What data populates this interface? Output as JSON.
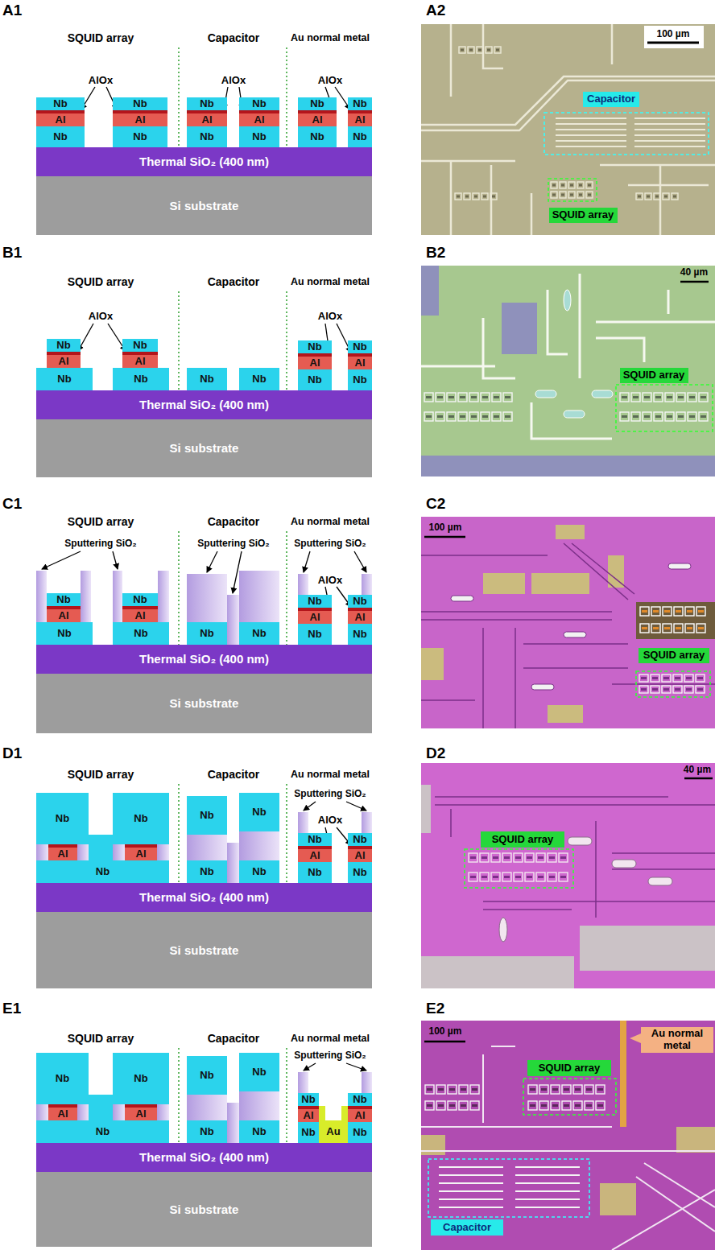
{
  "diagram": {
    "nodes": [
      {
        "text": [
          "Nb"
        ]
      },
      {
        "text": [
          "Al"
        ]
      },
      {
        "text": [
          "Nb"
        ]
      },
      {
        "text": [
          "Nb"
        ]
      },
      {
        "text": [
          "Al"
        ]
      },
      {
        "text": [
          "Nb"
        ]
      },
      {
        "text": [
          "Nb"
        ]
      },
      {
        "text": [
          "Al"
        ]
      },
      {
        "text": [
          "Nb"
        ]
      },
      {
        "text": [
          "Nb"
        ]
      },
      {
        "text": [
          "Al"
        ]
      },
      {
        "text": [
          "Nb"
        ]
      },
      {
        "text": [
          "Nb"
        ]
      },
      {
        "text": [
          "Al"
        ]
      },
      {
        "text": [
          "Nb"
        ]
      },
      {
        "text": [
          "Nb"
        ]
      },
      {
        "text": [
          "Al"
        ]
      },
      {
        "text": [
          "Nb"
        ]
      },
      {
        "text": [
          "Thermal SiO₂ (400 nm)"
        ]
      },
      {
        "text": [
          "Si substrate"
        ]
      },
      {
        "text": [
          "Capacitor"
        ]
      },
      {
        "text": [
          "SQUID array"
        ]
      },
      {
        "text": [
          "Nb"
        ]
      },
      {
        "text": [
          "Al"
        ]
      },
      {
        "text": [
          "Nb"
        ]
      },
      {
        "text": [
          "Nb"
        ]
      },
      {
        "text": [
          "Al"
        ]
      },
      {
        "text": [
          "Nb"
        ]
      },
      {
        "text": [
          "Nb"
        ]
      },
      {
        "text": [
          "Nb"
        ]
      },
      {
        "text": [
          "Nb"
        ]
      },
      {
        "text": [
          "Al"
        ]
      },
      {
        "text": [
          "Nb"
        ]
      },
      {
        "text": [
          "Nb"
        ]
      },
      {
        "text": [
          "Al"
        ]
      },
      {
        "text": [
          "Nb"
        ]
      },
      {
        "text": [
          "Thermal SiO₂ (400 nm)"
        ]
      },
      {
        "text": [
          "Si substrate"
        ]
      },
      {
        "text": [
          "SQUID array"
        ]
      },
      {
        "text": [
          "Nb"
        ]
      },
      {
        "text": [
          "Al"
        ]
      },
      {
        "text": [
          "Nb"
        ]
      },
      {
        "text": [
          "Nb"
        ]
      },
      {
        "text": [
          "Al"
        ]
      },
      {
        "text": [
          "Nb"
        ]
      },
      {
        "text": [
          "Nb"
        ]
      },
      {
        "text": [
          "Nb"
        ]
      },
      {
        "text": [
          "Nb"
        ]
      },
      {
        "text": [
          "Al"
        ]
      },
      {
        "text": [
          "Nb"
        ]
      },
      {
        "text": [
          "Nb"
        ]
      },
      {
        "text": [
          "Al"
        ]
      },
      {
        "text": [
          "Nb"
        ]
      },
      {
        "text": [
          "Thermal SiO₂ (400 nm)"
        ]
      },
      {
        "text": [
          "Si substrate"
        ]
      },
      {
        "text": [
          "SQUID array"
        ]
      },
      {
        "text": [
          "Nb"
        ]
      },
      {
        "text": [
          "Nb"
        ]
      },
      {
        "text": [
          "Al"
        ]
      },
      {
        "text": [
          "Al"
        ]
      },
      {
        "text": [
          "Nb"
        ]
      },
      {
        "text": [
          "Nb"
        ]
      },
      {
        "text": [
          "Nb"
        ]
      },
      {
        "text": [
          "Nb"
        ]
      },
      {
        "text": [
          "Nb"
        ]
      },
      {
        "text": [
          "Nb"
        ]
      },
      {
        "text": [
          "Al"
        ]
      },
      {
        "text": [
          "Nb"
        ]
      },
      {
        "text": [
          "Nb"
        ]
      },
      {
        "text": [
          "Al"
        ]
      },
      {
        "text": [
          "Nb"
        ]
      },
      {
        "text": [
          "Thermal SiO₂ (400 nm)"
        ]
      },
      {
        "text": [
          "Si substrate"
        ]
      },
      {
        "text": [
          "SQUID array"
        ]
      },
      {
        "text": [
          "Nb"
        ]
      },
      {
        "text": [
          "Nb"
        ]
      },
      {
        "text": [
          "Al"
        ]
      },
      {
        "text": [
          "Al"
        ]
      },
      {
        "text": [
          "Nb"
        ]
      },
      {
        "text": [
          "Nb"
        ]
      },
      {
        "text": [
          "Nb"
        ]
      },
      {
        "text": [
          "Nb"
        ]
      },
      {
        "text": [
          "Nb"
        ]
      },
      {
        "text": [
          "Nb"
        ]
      },
      {
        "text": [
          "Al"
        ]
      },
      {
        "text": [
          "Nb"
        ]
      },
      {
        "text": [
          "Nb"
        ]
      },
      {
        "text": [
          "Al"
        ]
      },
      {
        "text": [
          "Nb"
        ]
      },
      {
        "text": [
          "Au"
        ]
      },
      {
        "text": [
          "Thermal SiO₂ (400 nm)"
        ]
      },
      {
        "text": [
          "Si substrate"
        ]
      },
      {
        "text": [
          "Au normal metal"
        ]
      },
      {
        "text": [
          "SQUID array"
        ]
      },
      {
        "text": [
          "Capacitor"
        ]
      }
    ],
    "labels": [
      "A1",
      "SQUID array",
      "Capacitor",
      "Au normal metal",
      "AlOx",
      "AlOx",
      "AlOx",
      "A2",
      "100 µm",
      "B1",
      "SQUID array",
      "Capacitor",
      "Au normal metal",
      "AlOx",
      "AlOx",
      "B2",
      "40 µm",
      "C1",
      "SQUID array",
      "Capacitor",
      "Au normal metal",
      "Sputtering SiO₂",
      "Sputtering SiO₂",
      "Sputtering SiO₂",
      "AlOx",
      "C2",
      "100 µm",
      "D1",
      "SQUID array",
      "Capacitor",
      "Au normal metal",
      "Sputtering SiO₂",
      "AlOx",
      "D2",
      "40 µm",
      "E1",
      "SQUID array",
      "Capacitor",
      "Au normal metal",
      "Sputtering SiO₂",
      "E2",
      "100 µm"
    ]
  }
}
